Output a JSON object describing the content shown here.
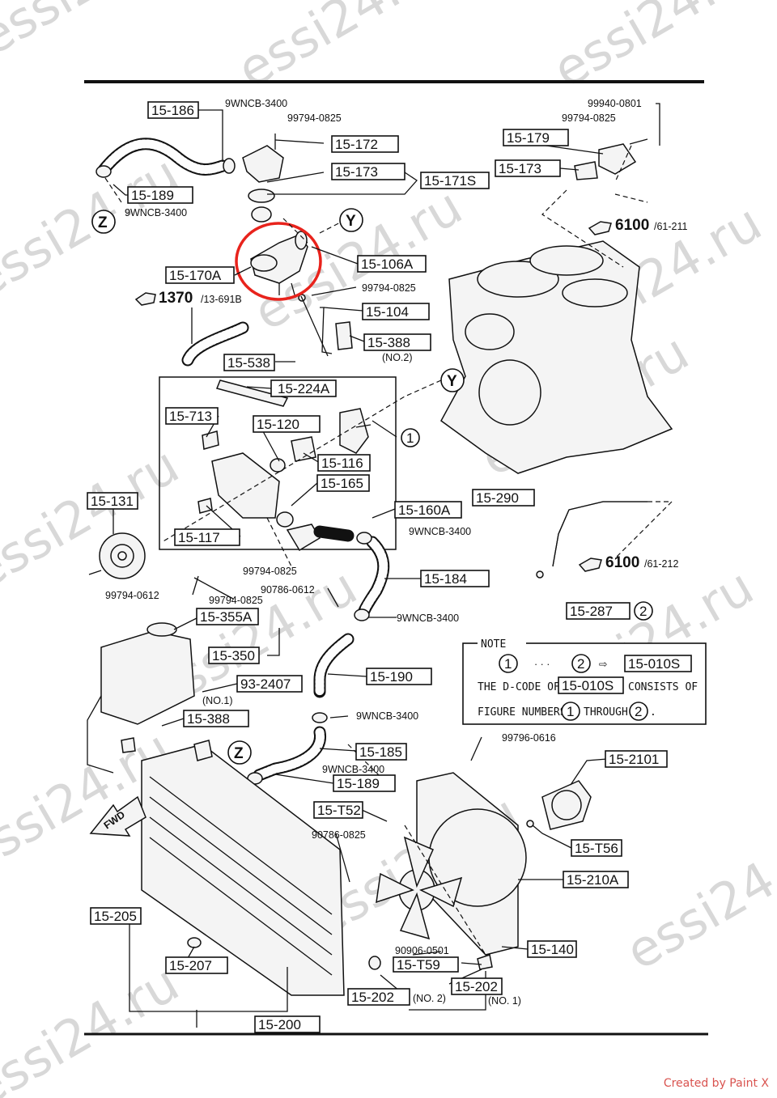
{
  "watermark": "essi24.ru",
  "credit": "Created by Paint X",
  "labels": {
    "p15_186": "15-186",
    "p9wncb3400_top": "9WNCB-3400",
    "p99794_0825_top": "99794-0825",
    "p15_172": "15-172",
    "p15_173a": "15-173",
    "p15_171s": "15-171S",
    "p15_189_top": "15-189",
    "p9wncb3400_z": "9WNCB-3400",
    "p99940_0801": "99940-0801",
    "p99794_0825_r": "99794-0825",
    "p15_179": "15-179",
    "p15_173b": "15-173",
    "p6100_a": "6100",
    "p6100_a_sub": "/61-211",
    "p15_106a": "15-106A",
    "p15_170a": "15-170A",
    "p1370": "1370",
    "p1370_sub": "/13-691B",
    "p99794_0825_mid": "99794-0825",
    "p15_104": "15-104",
    "p15_388_top": "15-388",
    "no2_a": "(NO.2)",
    "p15_538": "15-538",
    "p15_224a": "15-224A",
    "p15_713": "15-713",
    "p15_120": "15-120",
    "p15_116": "15-116",
    "p15_165": "15-165",
    "p15_117": "15-117",
    "p15_131": "15-131",
    "p15_160a": "15-160A",
    "p9wncb3400_b": "9WNCB-3400",
    "p99794_0825_b": "99794-0825",
    "p15_184": "15-184",
    "p90786_0612": "90786-0612",
    "p9wncb3400_c": "9WNCB-3400",
    "p99794_0612": "99794-0612",
    "p99794_0825_c": "99794-0825",
    "p15_290": "15-290",
    "p6100_b": "6100",
    "p6100_b_sub": "/61-212",
    "p15_287": "15-287",
    "p15_355a": "15-355A",
    "p15_350": "15-350",
    "p93_2407": "93-2407",
    "no1_a": "(NO.1)",
    "p15_190": "15-190",
    "p9wncb3400_d": "9WNCB-3400",
    "p15_388_b": "15-388",
    "p15_185": "15-185",
    "p9wncb3400_e": "9WNCB-3400",
    "p15_189_b": "15-189",
    "p99796_0616": "99796-0616",
    "p15_2101": "15-2101",
    "p15_t52": "15-T52",
    "p90786_0825": "90786-0825",
    "p15_t56": "15-T56",
    "p15_210a": "15-210A",
    "p15_205": "15-205",
    "p15_140": "15-140",
    "p90906_0501": "90906-0501",
    "p15_207": "15-207",
    "p15_t59": "15-T59",
    "p15_202a": "15-202",
    "p15_202b": "15-202",
    "no2_b": "(NO. 2)",
    "no1_b": "(NO. 1)",
    "p15_200": "15-200",
    "fwd": "FWD",
    "marker_z": "Z",
    "marker_y": "Y",
    "circle_1": "1",
    "circle_2": "2"
  },
  "note": {
    "title": "NOTE",
    "range_dots": "· · ·",
    "code": "15-010S",
    "line2_a": "THE D-CODE OF",
    "line2_code": "15-010S",
    "line2_b": "CONSISTS OF",
    "line3_a": "FIGURE NUMBERS",
    "line3_b": "THROUGH"
  },
  "highlight_color": "#e8231c"
}
